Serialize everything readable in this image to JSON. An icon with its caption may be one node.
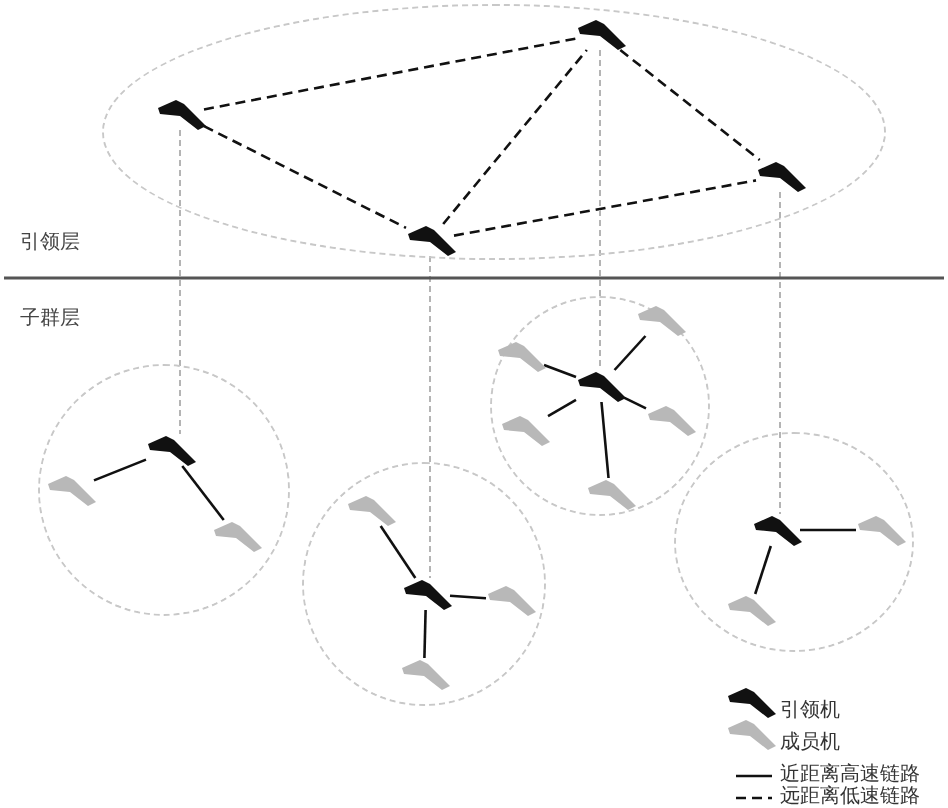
{
  "diagram": {
    "nodes": [
      {
        "text": [],
        "shape": "ellipse"
      },
      {
        "text": [],
        "shape": "plane",
        "in": 0
      },
      {
        "text": [],
        "shape": "plane",
        "in": 0
      },
      {
        "text": [],
        "shape": "plane",
        "in": 0
      },
      {
        "text": [],
        "shape": "plane",
        "in": 0
      },
      {
        "text": [],
        "shape": "circle"
      },
      {
        "text": [],
        "shape": "plane",
        "in": 5
      },
      {
        "text": [],
        "shape": "plane",
        "in": 5
      },
      {
        "text": [],
        "shape": "plane",
        "in": 5
      },
      {
        "text": [],
        "shape": "circle"
      },
      {
        "text": [],
        "shape": "plane",
        "in": 9
      },
      {
        "text": [],
        "shape": "plane",
        "in": 9
      },
      {
        "text": [],
        "shape": "plane",
        "in": 9
      },
      {
        "text": [],
        "shape": "plane",
        "in": 9
      },
      {
        "text": [],
        "shape": "circle"
      },
      {
        "text": [],
        "shape": "plane",
        "in": 14
      },
      {
        "text": [],
        "shape": "plane",
        "in": 14
      },
      {
        "text": [],
        "shape": "plane",
        "in": 14
      },
      {
        "text": [],
        "shape": "plane",
        "in": 14
      },
      {
        "text": [],
        "shape": "plane",
        "in": 14
      },
      {
        "text": [],
        "shape": "plane",
        "in": 14
      },
      {
        "text": [],
        "shape": "circle"
      },
      {
        "text": [],
        "shape": "plane",
        "in": 21
      },
      {
        "text": [],
        "shape": "plane",
        "in": 21
      },
      {
        "text": [],
        "shape": "plane",
        "in": 21
      }
    ],
    "edges": [
      {
        "from": 2,
        "to": 1,
        "arrow": "none",
        "style": "dashed"
      },
      {
        "from": 2,
        "to": 4,
        "arrow": "none",
        "style": "dashed"
      },
      {
        "from": 4,
        "to": 1,
        "arrow": "none",
        "style": "dashed"
      },
      {
        "from": 1,
        "to": 3,
        "arrow": "none",
        "style": "dashed"
      },
      {
        "from": 4,
        "to": 3,
        "arrow": "none",
        "style": "dashed"
      },
      {
        "from": 2,
        "to": 6,
        "arrow": "none",
        "style": "dashed",
        "color": "#b4b4b4"
      },
      {
        "from": 4,
        "to": 10,
        "arrow": "none",
        "style": "dashed",
        "color": "#b4b4b4"
      },
      {
        "from": 1,
        "to": 15,
        "arrow": "none",
        "style": "dashed",
        "color": "#b4b4b4"
      },
      {
        "from": 3,
        "to": 22,
        "arrow": "none",
        "style": "dashed",
        "color": "#b4b4b4"
      },
      {
        "from": 6,
        "to": 7,
        "arrow": "none"
      },
      {
        "from": 6,
        "to": 8,
        "arrow": "none"
      },
      {
        "from": 10,
        "to": 11,
        "arrow": "none"
      },
      {
        "from": 10,
        "to": 12,
        "arrow": "none"
      },
      {
        "from": 10,
        "to": 13,
        "arrow": "none"
      },
      {
        "from": 15,
        "to": 16,
        "arrow": "none"
      },
      {
        "from": 15,
        "to": 17,
        "arrow": "none"
      },
      {
        "from": 15,
        "to": 18,
        "arrow": "none"
      },
      {
        "from": 15,
        "to": 19,
        "arrow": "none"
      },
      {
        "from": 15,
        "to": 20,
        "arrow": "none"
      },
      {
        "from": 22,
        "to": 23,
        "arrow": "none"
      },
      {
        "from": 22,
        "to": 24,
        "arrow": "none"
      }
    ],
    "labels": [
      "引领层",
      "子群层"
    ],
    "legend": [
      {
        "text": "引领机"
      },
      {
        "text": "成员机"
      },
      {
        "text": "近距离高速链路"
      },
      {
        "text": "远距离低速链路"
      }
    ]
  }
}
